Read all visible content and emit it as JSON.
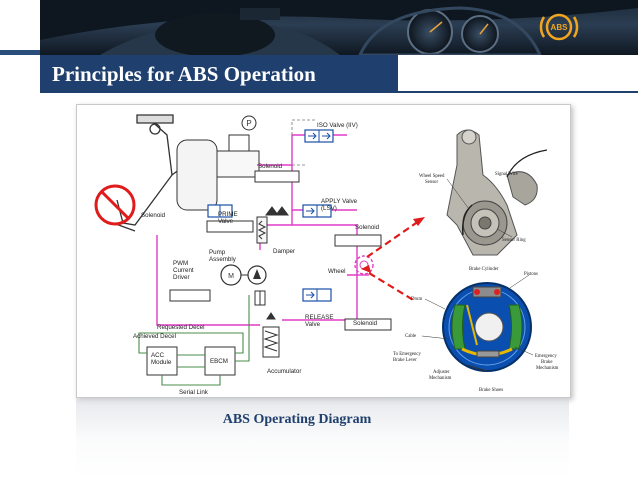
{
  "slide": {
    "title": "Principles for ABS Operation",
    "caption": "ABS Operating Diagram",
    "logo_text": "ABS"
  },
  "hydraulic": {
    "iso_valve": "ISO Valve (IIV)",
    "solenoid_top": "Solenoid",
    "solenoid_left": "Solenoid",
    "prime_valve": "PRIME\nValve",
    "apply_valve": "APPLY Valve\n(LSV)",
    "solenoid_apply": "Solenoid",
    "pump_assembly": "Pump\nAssembly",
    "damper": "Damper",
    "pwm_driver": "PWM\nCurrent\nDriver",
    "wheel": "Wheel",
    "release_valve": "RELEASE\nValve",
    "solenoid_release": "Solenoid",
    "requested_decel": "Requested Decel",
    "achieved_decel": "Achieved Decel",
    "acc_module": "ACC\nModule",
    "ebcm": "EBCM",
    "serial_link": "Serial Link",
    "accumulator": "Accumulator",
    "pressure_symbol": "P",
    "motor_symbol": "M"
  },
  "wheel_sensor": {
    "wheel_speed_sensor": "Wheel Speed\nSensor",
    "signal_wire": "Signal Wire",
    "sensor_ring": "Sensor Ring"
  },
  "brake": {
    "brake_cylinder": "Brake Cylinder",
    "pistons": "Pistons",
    "drum": "Drum",
    "cable": "Cable",
    "to_emergency_lever": "To Emergency\nBrake Lever",
    "adjuster": "Adjuster\nMechanism",
    "emergency_mechanism": "Emergency\nBrake\nMechanism",
    "brake_shoes": "Brake Shoes"
  },
  "colors": {
    "title_bar": "#1f3f6e",
    "hydraulic_line": "#e23bc9",
    "leader_arrow": "#e01b1b",
    "brake_backing": "#0a4fb0"
  }
}
